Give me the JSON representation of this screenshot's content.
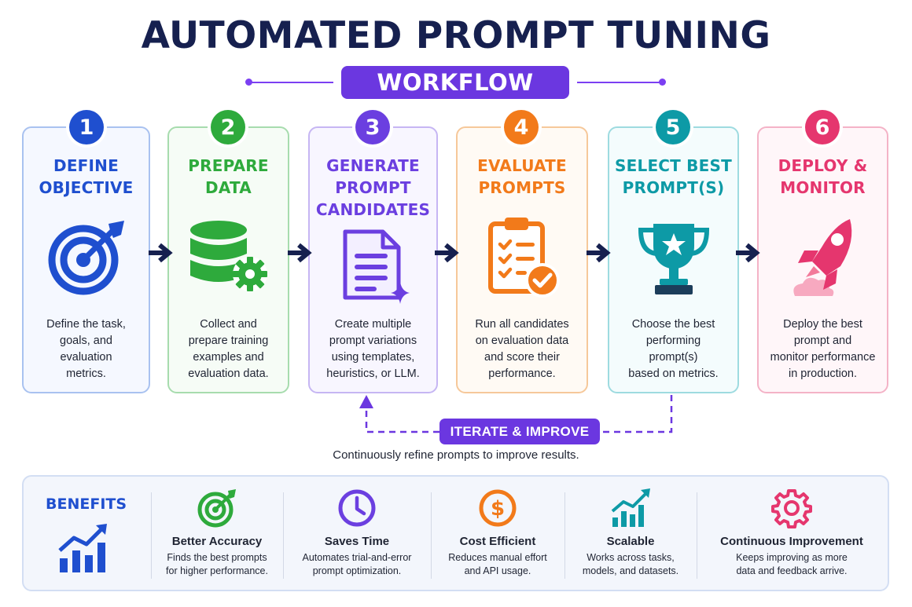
{
  "title": "AUTOMATED PROMPT TUNING",
  "subtitle": "WORKFLOW",
  "colors": {
    "navy": "#16204f",
    "purple": "#6b37e0",
    "blue": "#1f4fcf",
    "green": "#2eaa3c",
    "violet": "#6b3fe0",
    "orange": "#f27a1a",
    "teal": "#0d9aa6",
    "pink": "#e5366e"
  },
  "steps": [
    {
      "number": "1",
      "title": "DEFINE\nOBJECTIVE",
      "description": "Define the task,\ngoals, and\nevaluation\nmetrics.",
      "icon": "target-icon",
      "color": "#1f4fcf"
    },
    {
      "number": "2",
      "title": "PREPARE\nDATA",
      "description": "Collect and\nprepare training\nexamples and\nevaluation data.",
      "icon": "database-gear-icon",
      "color": "#2eaa3c"
    },
    {
      "number": "3",
      "title": "GENERATE\nPROMPT\nCANDIDATES",
      "description": "Create multiple\nprompt variations\nusing templates,\nheuristics, or LLM.",
      "icon": "document-sparkle-icon",
      "color": "#6b3fe0"
    },
    {
      "number": "4",
      "title": "EVALUATE\nPROMPTS",
      "description": "Run all candidates\non evaluation data\nand score their\nperformance.",
      "icon": "clipboard-check-icon",
      "color": "#f27a1a"
    },
    {
      "number": "5",
      "title": "SELECT BEST\nPROMPT(S)",
      "description": "Choose the best\nperforming\nprompt(s)\nbased on metrics.",
      "icon": "trophy-icon",
      "color": "#0d9aa6"
    },
    {
      "number": "6",
      "title": "DEPLOY &\nMONITOR",
      "description": "Deploy the best\nprompt and\nmonitor performance\nin production.",
      "icon": "rocket-icon",
      "color": "#e5366e"
    }
  ],
  "loop": {
    "label": "ITERATE & IMPROVE",
    "caption": "Continuously refine prompts to improve results."
  },
  "benefits": {
    "title": "BENEFITS",
    "chart_icon": "growth-bar-chart-icon",
    "items": [
      {
        "title": "Better Accuracy",
        "description": "Finds the best prompts\nfor higher performance.",
        "icon": "target-icon",
        "color": "#2eaa3c"
      },
      {
        "title": "Saves Time",
        "description": "Automates trial-and-error\nprompt optimization.",
        "icon": "clock-icon",
        "color": "#6b3fe0"
      },
      {
        "title": "Cost Efficient",
        "description": "Reduces manual effort\nand API usage.",
        "icon": "dollar-coin-icon",
        "color": "#f27a1a"
      },
      {
        "title": "Scalable",
        "description": "Works across tasks,\nmodels, and datasets.",
        "icon": "growth-chart-icon",
        "color": "#0d9aa6"
      },
      {
        "title": "Continuous Improvement",
        "description": "Keeps improving as more\ndata and feedback arrive.",
        "icon": "gear-icon",
        "color": "#e5366e"
      }
    ]
  }
}
